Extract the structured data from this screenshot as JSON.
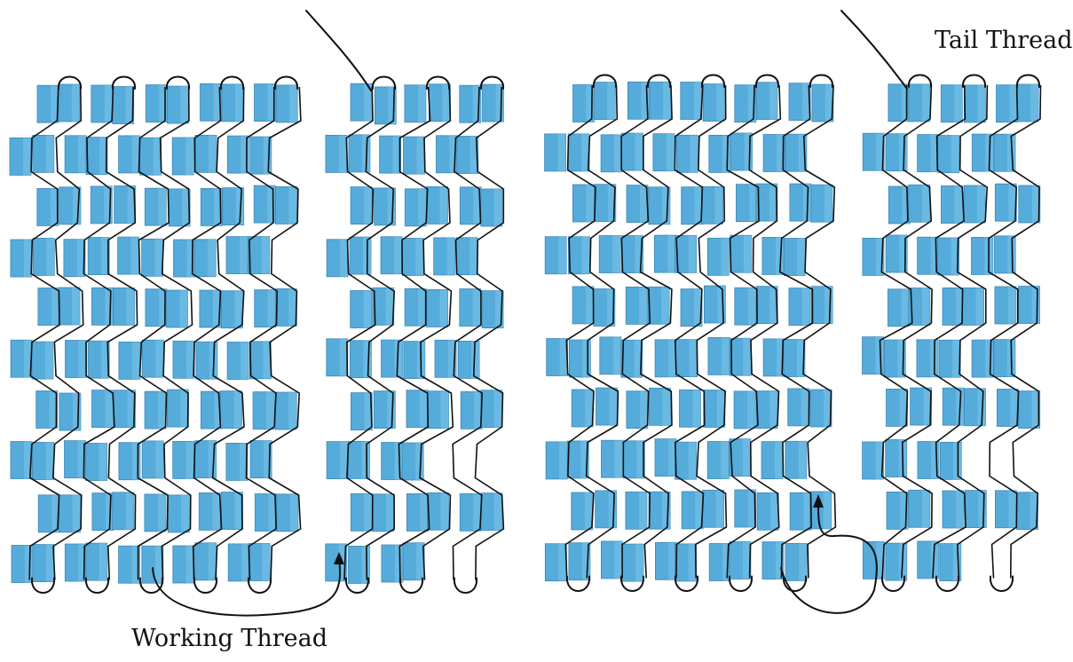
{
  "labels": {
    "tail_thread": "Tail Thread",
    "working_thread": "Working Thread"
  },
  "colors": {
    "bead_fill": "#55acdb",
    "bead_edge": "#3f87b6",
    "thread": "#111111"
  },
  "panels": [
    {
      "name": "panel-left",
      "groups": [
        5,
        3
      ],
      "rows": 10
    },
    {
      "name": "panel-right",
      "groups": [
        5,
        3
      ],
      "rows": 10
    }
  ]
}
